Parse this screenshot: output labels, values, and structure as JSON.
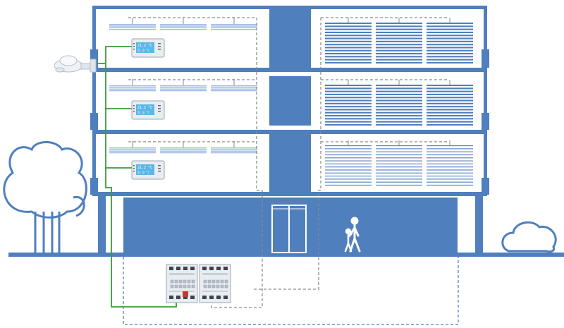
{
  "colors": {
    "structure": "#4f7fbd",
    "light_blue": "#9db8e6",
    "wire_green": "#3a9a3a",
    "wire_dashed": "#7b7b7b",
    "ground_dashed": "#4f7fbd",
    "device_bg": "#e9edf2",
    "display_bg": "#5bb7e8"
  },
  "thermostat": {
    "temperature": "21.2 °C",
    "setpoint": "21.0 °C"
  },
  "icons": [
    "weather-station-icon",
    "thermostat-icon",
    "actuator-icon",
    "pedestrian-icon",
    "child-icon",
    "tree-icon",
    "bush-icon",
    "door-icon"
  ],
  "floors": [
    "floor-3",
    "floor-2",
    "floor-1",
    "ground-floor"
  ]
}
